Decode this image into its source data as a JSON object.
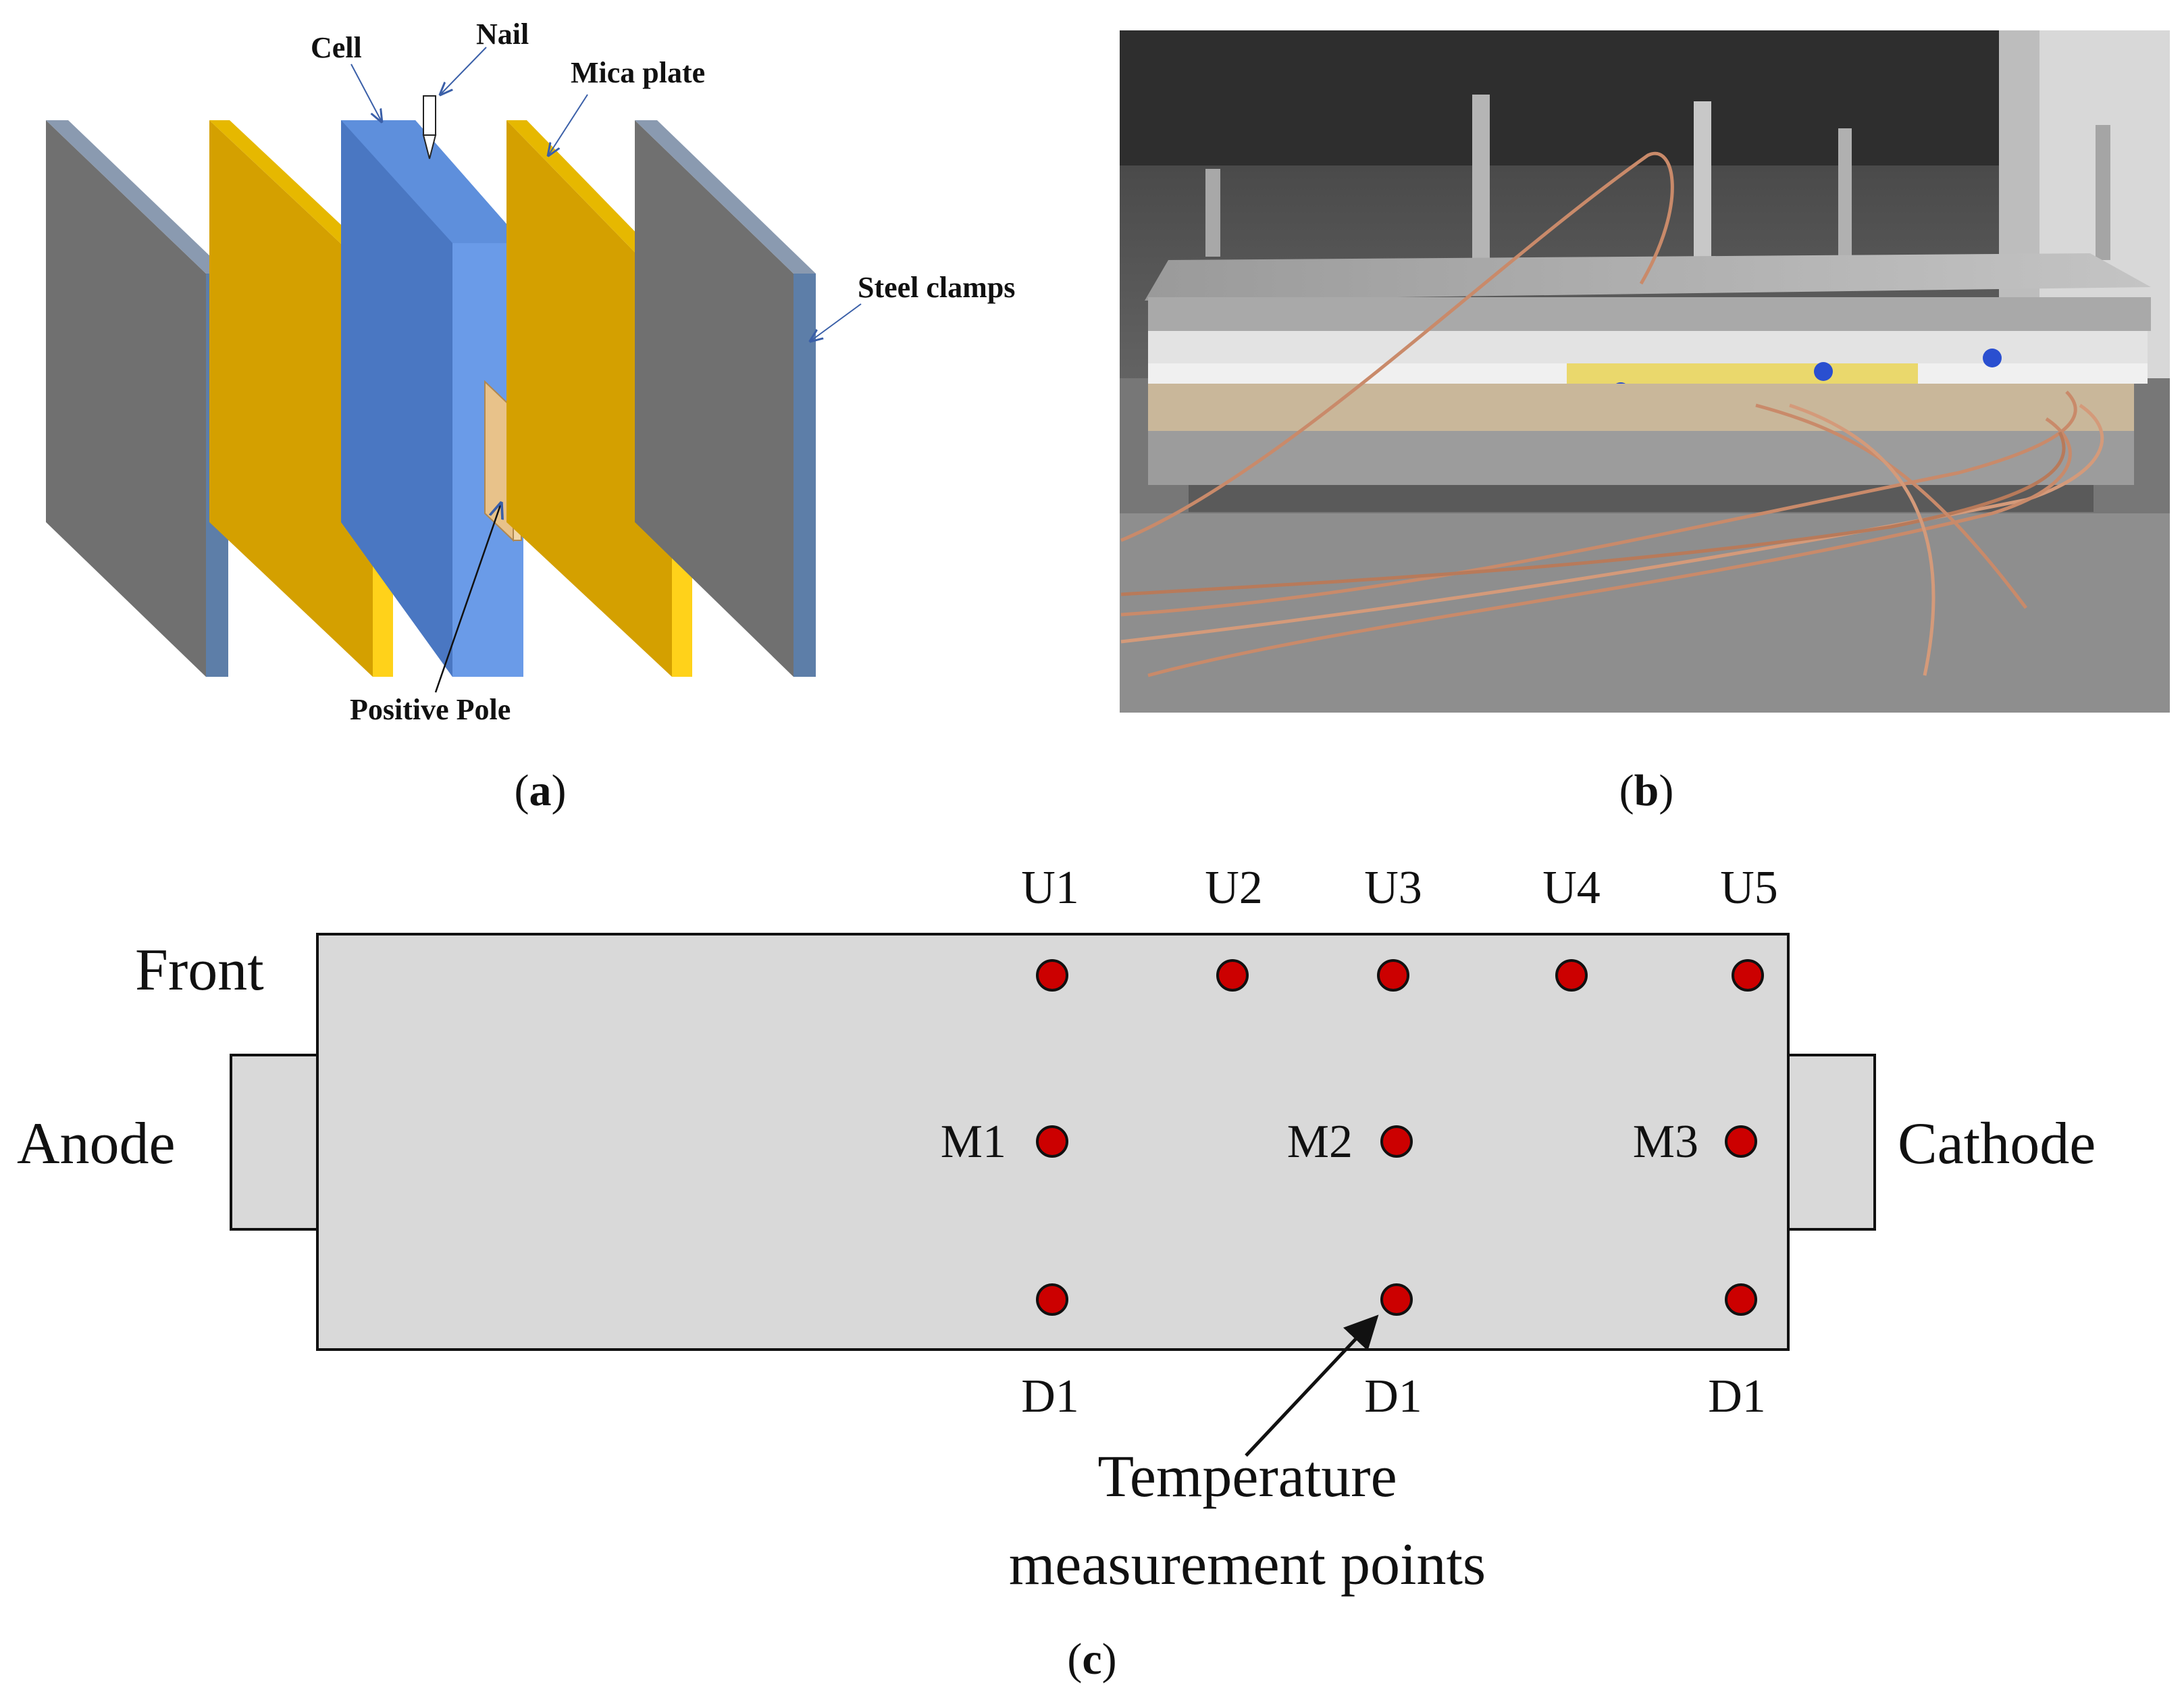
{
  "panel_a": {
    "labels": {
      "cell": "Cell",
      "nail": "Nail",
      "mica_plate": "Mica plate",
      "steel_clamps": "Steel clamps",
      "positive_pole": "Positive Pole"
    },
    "caption_letter": "a",
    "colors": {
      "steel": "#707070",
      "mica": "#D4A000",
      "cell": "#4F7FCC",
      "pole": "#E8C28A"
    }
  },
  "panel_b": {
    "caption_letter": "b"
  },
  "panel_c": {
    "labels": {
      "front": "Front",
      "anode": "Anode",
      "cathode": "Cathode",
      "annotation_line1": "Temperature",
      "annotation_line2": "measurement points"
    },
    "top_points": [
      "U1",
      "U2",
      "U3",
      "U4",
      "U5"
    ],
    "middle_points": [
      "M1",
      "M2",
      "M3"
    ],
    "bottom_points": [
      "D1",
      "D1",
      "D1"
    ],
    "caption_letter": "c",
    "colors": {
      "point": "#CC0000",
      "body": "#D9D9D9"
    }
  }
}
